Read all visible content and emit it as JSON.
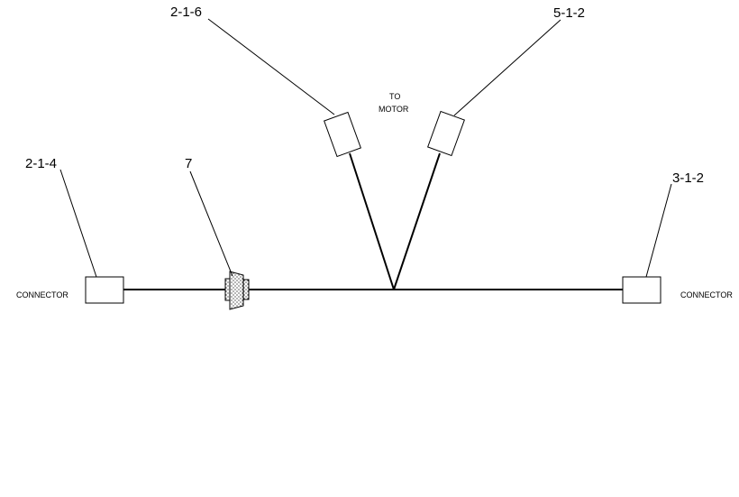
{
  "callouts": {
    "top_left": "2-1-6",
    "top_right": "5-1-2",
    "left": "2-1-4",
    "grommet": "7",
    "right": "3-1-2"
  },
  "labels": {
    "to_motor_line1": "TO",
    "to_motor_line2": "MOTOR",
    "left_connector": "CONNECTOR",
    "right_connector": "CONNECTOR"
  },
  "colors": {
    "ink": "#000000",
    "background": "#ffffff"
  }
}
